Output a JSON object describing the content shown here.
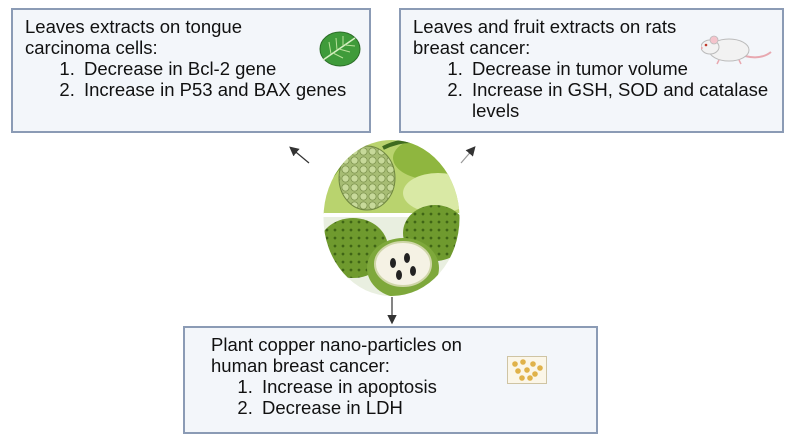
{
  "boxes": {
    "tongue": {
      "heading": "Leaves extracts on tongue carcinoma cells:",
      "items": [
        "Decrease in Bcl-2 gene",
        "Increase in P53 and BAX genes"
      ],
      "icon": "leaf-icon"
    },
    "rats": {
      "heading": "Leaves and fruit extracts on rats breast cancer:",
      "items": [
        "Decrease in tumor volume",
        "Increase in GSH, SOD and catalase levels"
      ],
      "icon": "rat-icon"
    },
    "nano": {
      "heading": "Plant copper nano-particles on human breast cancer:",
      "items": [
        "Increase in apoptosis",
        "Decrease in LDH"
      ],
      "icon": "nanoparticles-icon"
    }
  },
  "center_image": "soursop-fruit-illustration",
  "colors": {
    "box_border": "#8b9bb5",
    "box_fill": "#f3f6fa",
    "arrow": "#333333"
  }
}
